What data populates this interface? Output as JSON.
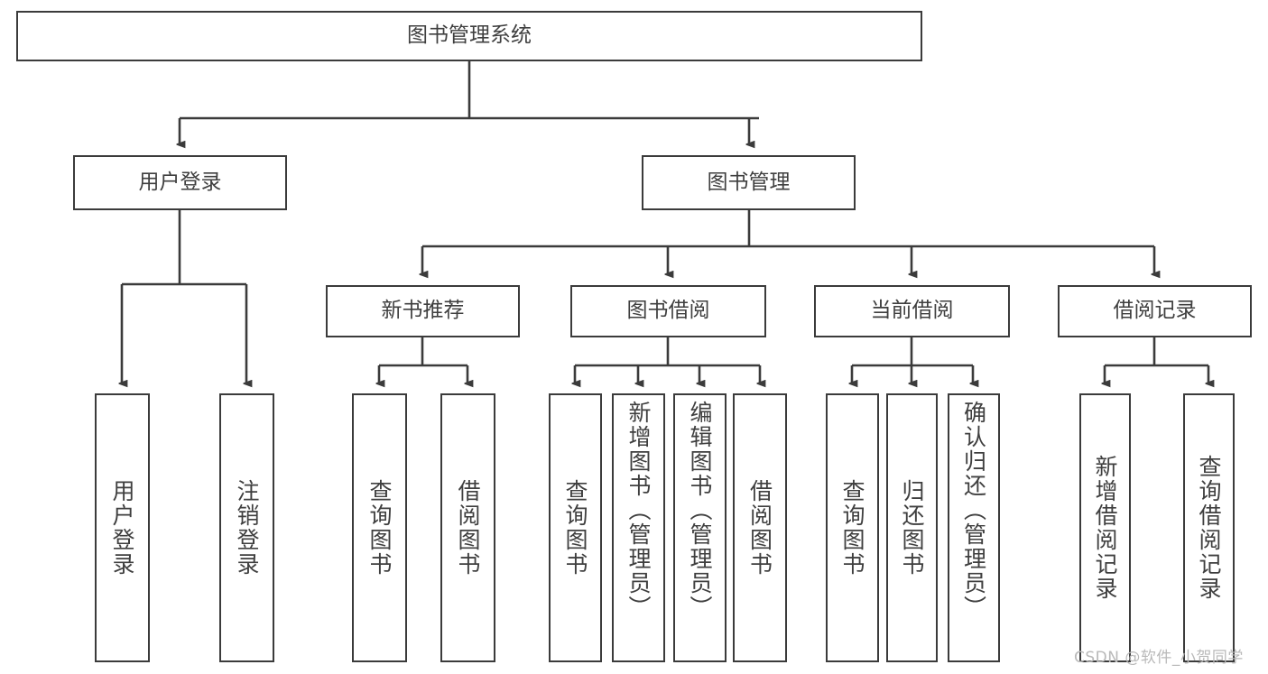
{
  "diagram": {
    "type": "tree",
    "title": "图书管理系统",
    "orientation": "top-down",
    "colors": {
      "node_border": "#3b3b3b",
      "node_fill": "#ffffff",
      "edge": "#3b3b3b",
      "text": "#3f3f3f",
      "watermark": "#b9b9b9",
      "background": "#ffffff"
    },
    "watermark": "CSDN @软件_小贺同学",
    "nodes": {
      "root": {
        "label": "图书管理系统"
      },
      "level2": [
        {
          "id": "user-login",
          "label": "用户登录"
        },
        {
          "id": "book-manage",
          "label": "图书管理"
        }
      ],
      "level3": [
        {
          "id": "new-book-recommend",
          "label": "新书推荐"
        },
        {
          "id": "book-borrow",
          "label": "图书借阅"
        },
        {
          "id": "current-borrow",
          "label": "当前借阅"
        },
        {
          "id": "borrow-record",
          "label": "借阅记录"
        }
      ],
      "leaves": [
        {
          "id": "leaf-user-login",
          "label": "用户登录",
          "parent": "user-login"
        },
        {
          "id": "leaf-logout",
          "label": "注销登录",
          "parent": "user-login"
        },
        {
          "id": "leaf-query-book-1",
          "label": "查询图书",
          "parent": "new-book-recommend"
        },
        {
          "id": "leaf-borrow-book-1",
          "label": "借阅图书",
          "parent": "new-book-recommend"
        },
        {
          "id": "leaf-query-book-2",
          "label": "查询图书",
          "parent": "book-borrow"
        },
        {
          "id": "leaf-add-book",
          "label": "新增图书（管理员）",
          "parent": "book-borrow"
        },
        {
          "id": "leaf-edit-book",
          "label": "编辑图书（管理员）",
          "parent": "book-borrow"
        },
        {
          "id": "leaf-borrow-book-2",
          "label": "借阅图书",
          "parent": "book-borrow"
        },
        {
          "id": "leaf-query-book-3",
          "label": "查询图书",
          "parent": "current-borrow"
        },
        {
          "id": "leaf-return-book",
          "label": "归还图书",
          "parent": "current-borrow"
        },
        {
          "id": "leaf-confirm-return",
          "label": "确认归还（管理员）",
          "parent": "current-borrow"
        },
        {
          "id": "leaf-add-record",
          "label": "新增借阅记录",
          "parent": "borrow-record"
        },
        {
          "id": "leaf-query-record",
          "label": "查询借阅记录",
          "parent": "borrow-record"
        }
      ]
    }
  }
}
